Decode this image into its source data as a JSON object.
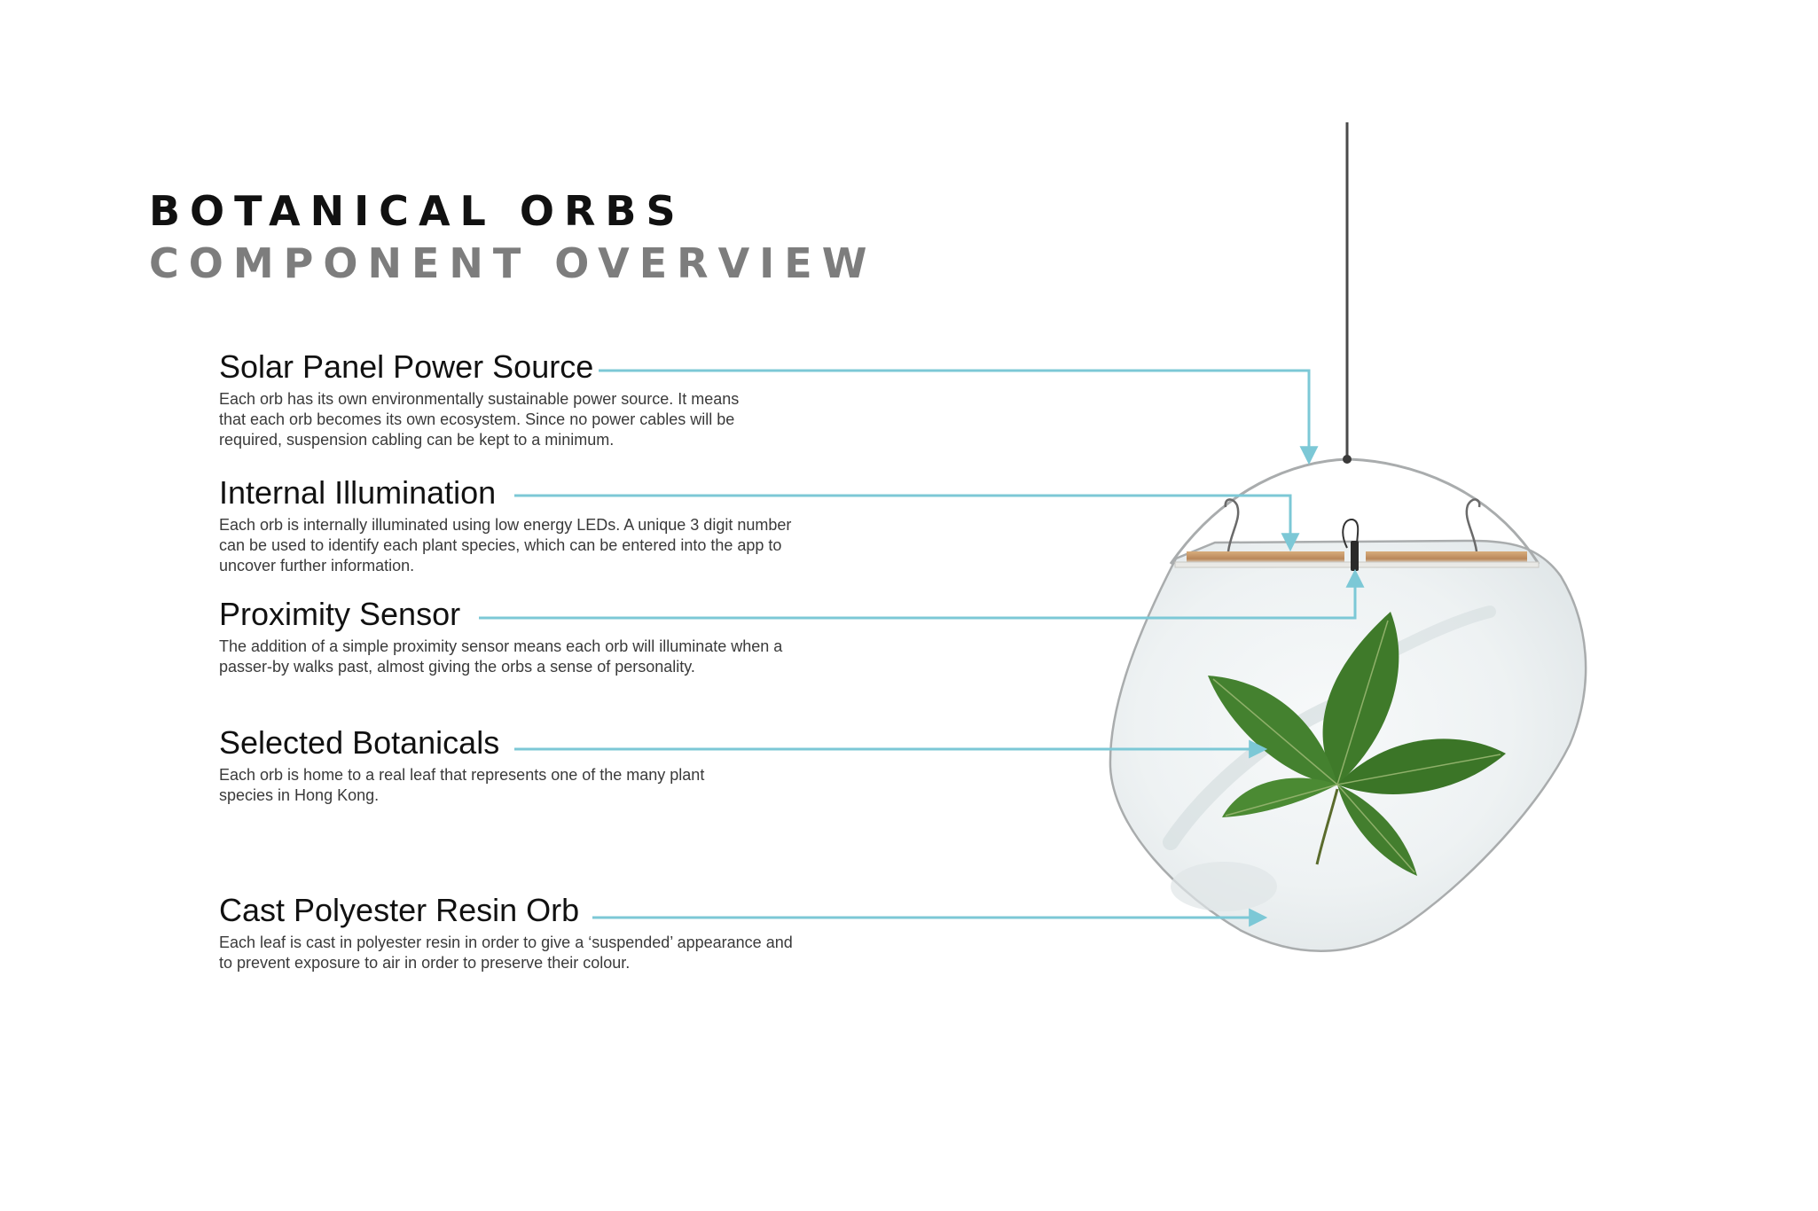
{
  "title": {
    "line1": "BOTANICAL ORBS",
    "line2": "COMPONENT OVERVIEW"
  },
  "components": [
    {
      "heading": "Solar Panel Power Source",
      "description": "Each orb has its own environmentally sustainable power source. It means that each orb becomes its own ecosystem. Since no power cables will be required, suspension cabling can be kept to a minimum."
    },
    {
      "heading": "Internal Illumination",
      "description": "Each orb is internally illuminated using low energy LEDs. A unique 3 digit number can be used to identify each plant species, which can be entered into the app to uncover further information."
    },
    {
      "heading": "Proximity Sensor",
      "description": "The addition of a simple proximity sensor means each orb will illuminate when a passer-by walks past, almost giving the orbs a sense of personality."
    },
    {
      "heading": "Selected Botanicals",
      "description": "Each orb is home to a real leaf that represents one of the many plant species in Hong Kong."
    },
    {
      "heading": "Cast Polyester Resin Orb",
      "description": "Each leaf is cast in polyester resin in order to give a ‘suspended’ appearance and to prevent exposure to air in order to preserve their colour."
    }
  ],
  "colors": {
    "leader_line": "#7cc8d6",
    "title_primary": "#111111",
    "title_secondary": "#7d7d7d",
    "wood_panel": "#c79a6a",
    "orb_outline": "#a9acad",
    "leaf_green": "#3f7a2a"
  }
}
